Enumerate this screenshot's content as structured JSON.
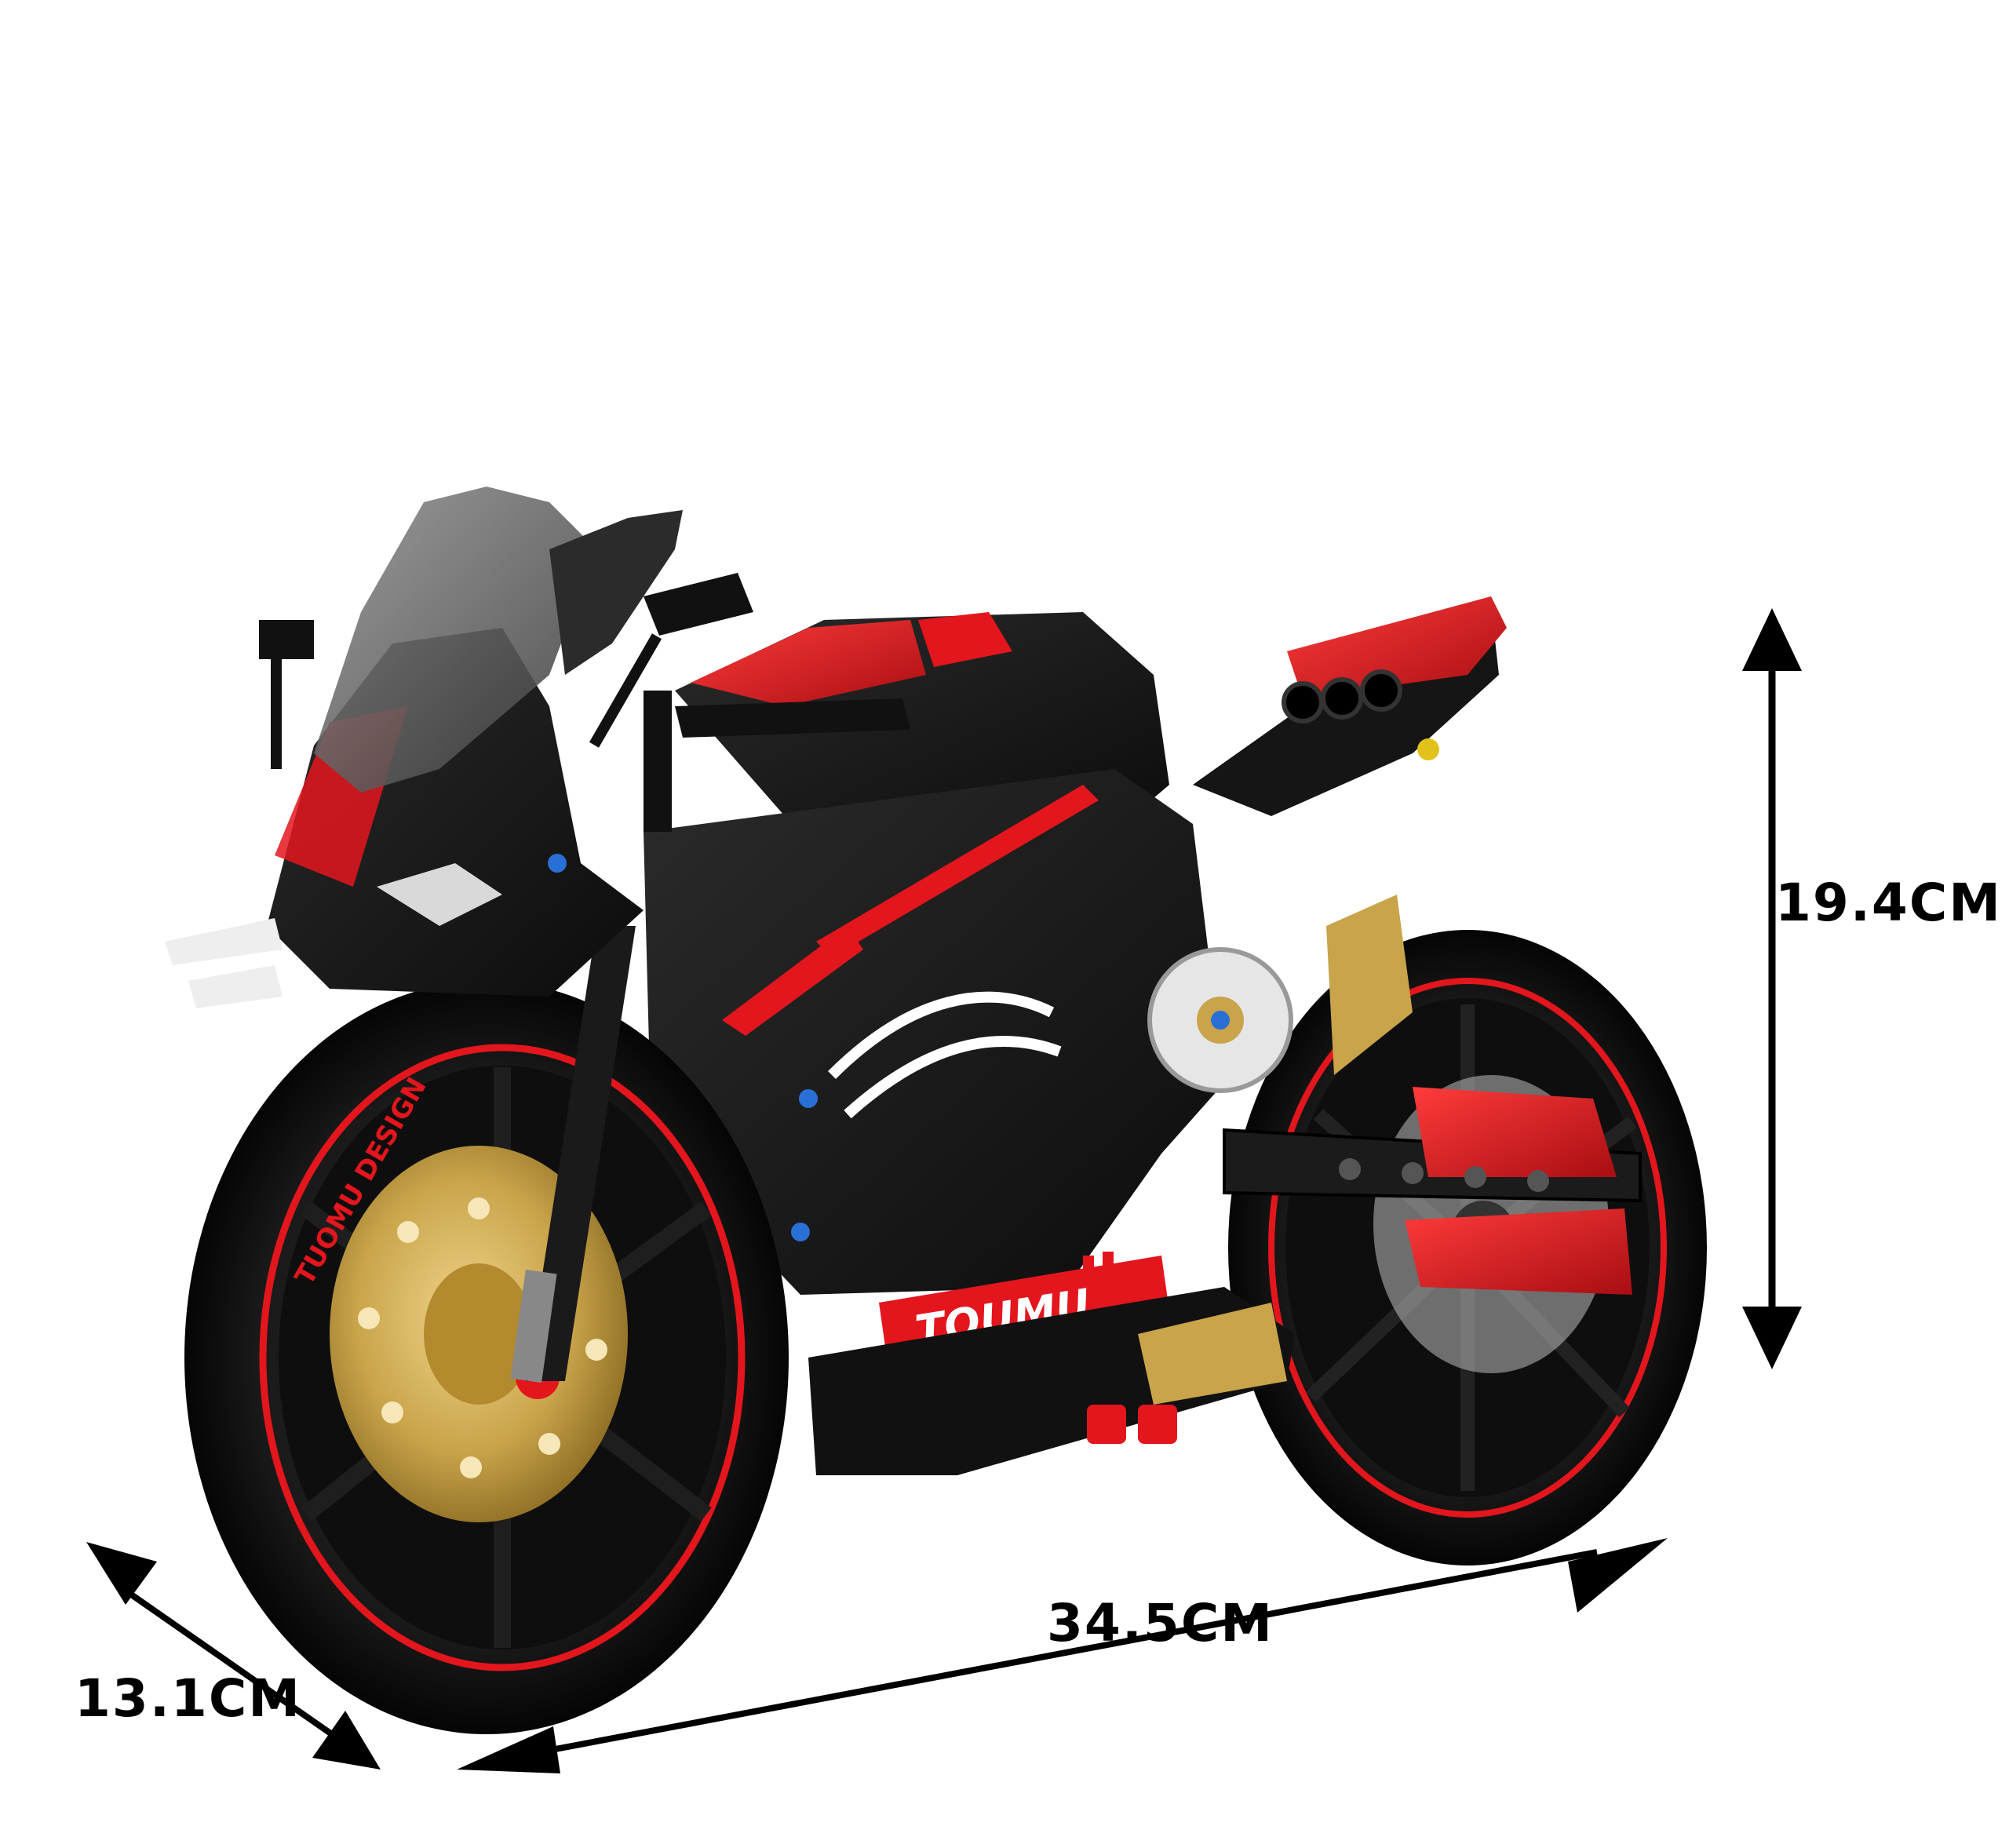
{
  "dimensions": {
    "height": "19.4CM",
    "length": "34.5CM",
    "width": "13.1CM"
  },
  "decals": {
    "brand": "TOUMU",
    "rim_text": "TUOMU DESIGN"
  },
  "colors": {
    "body": "#141414",
    "accent": "#e3161d",
    "gold": "#c9a44a",
    "windscreen": "#6b6b6b",
    "arrow": "#000000"
  },
  "icons": {
    "up_arrow": "arrow-up-icon",
    "down_arrow": "arrow-down-icon"
  }
}
